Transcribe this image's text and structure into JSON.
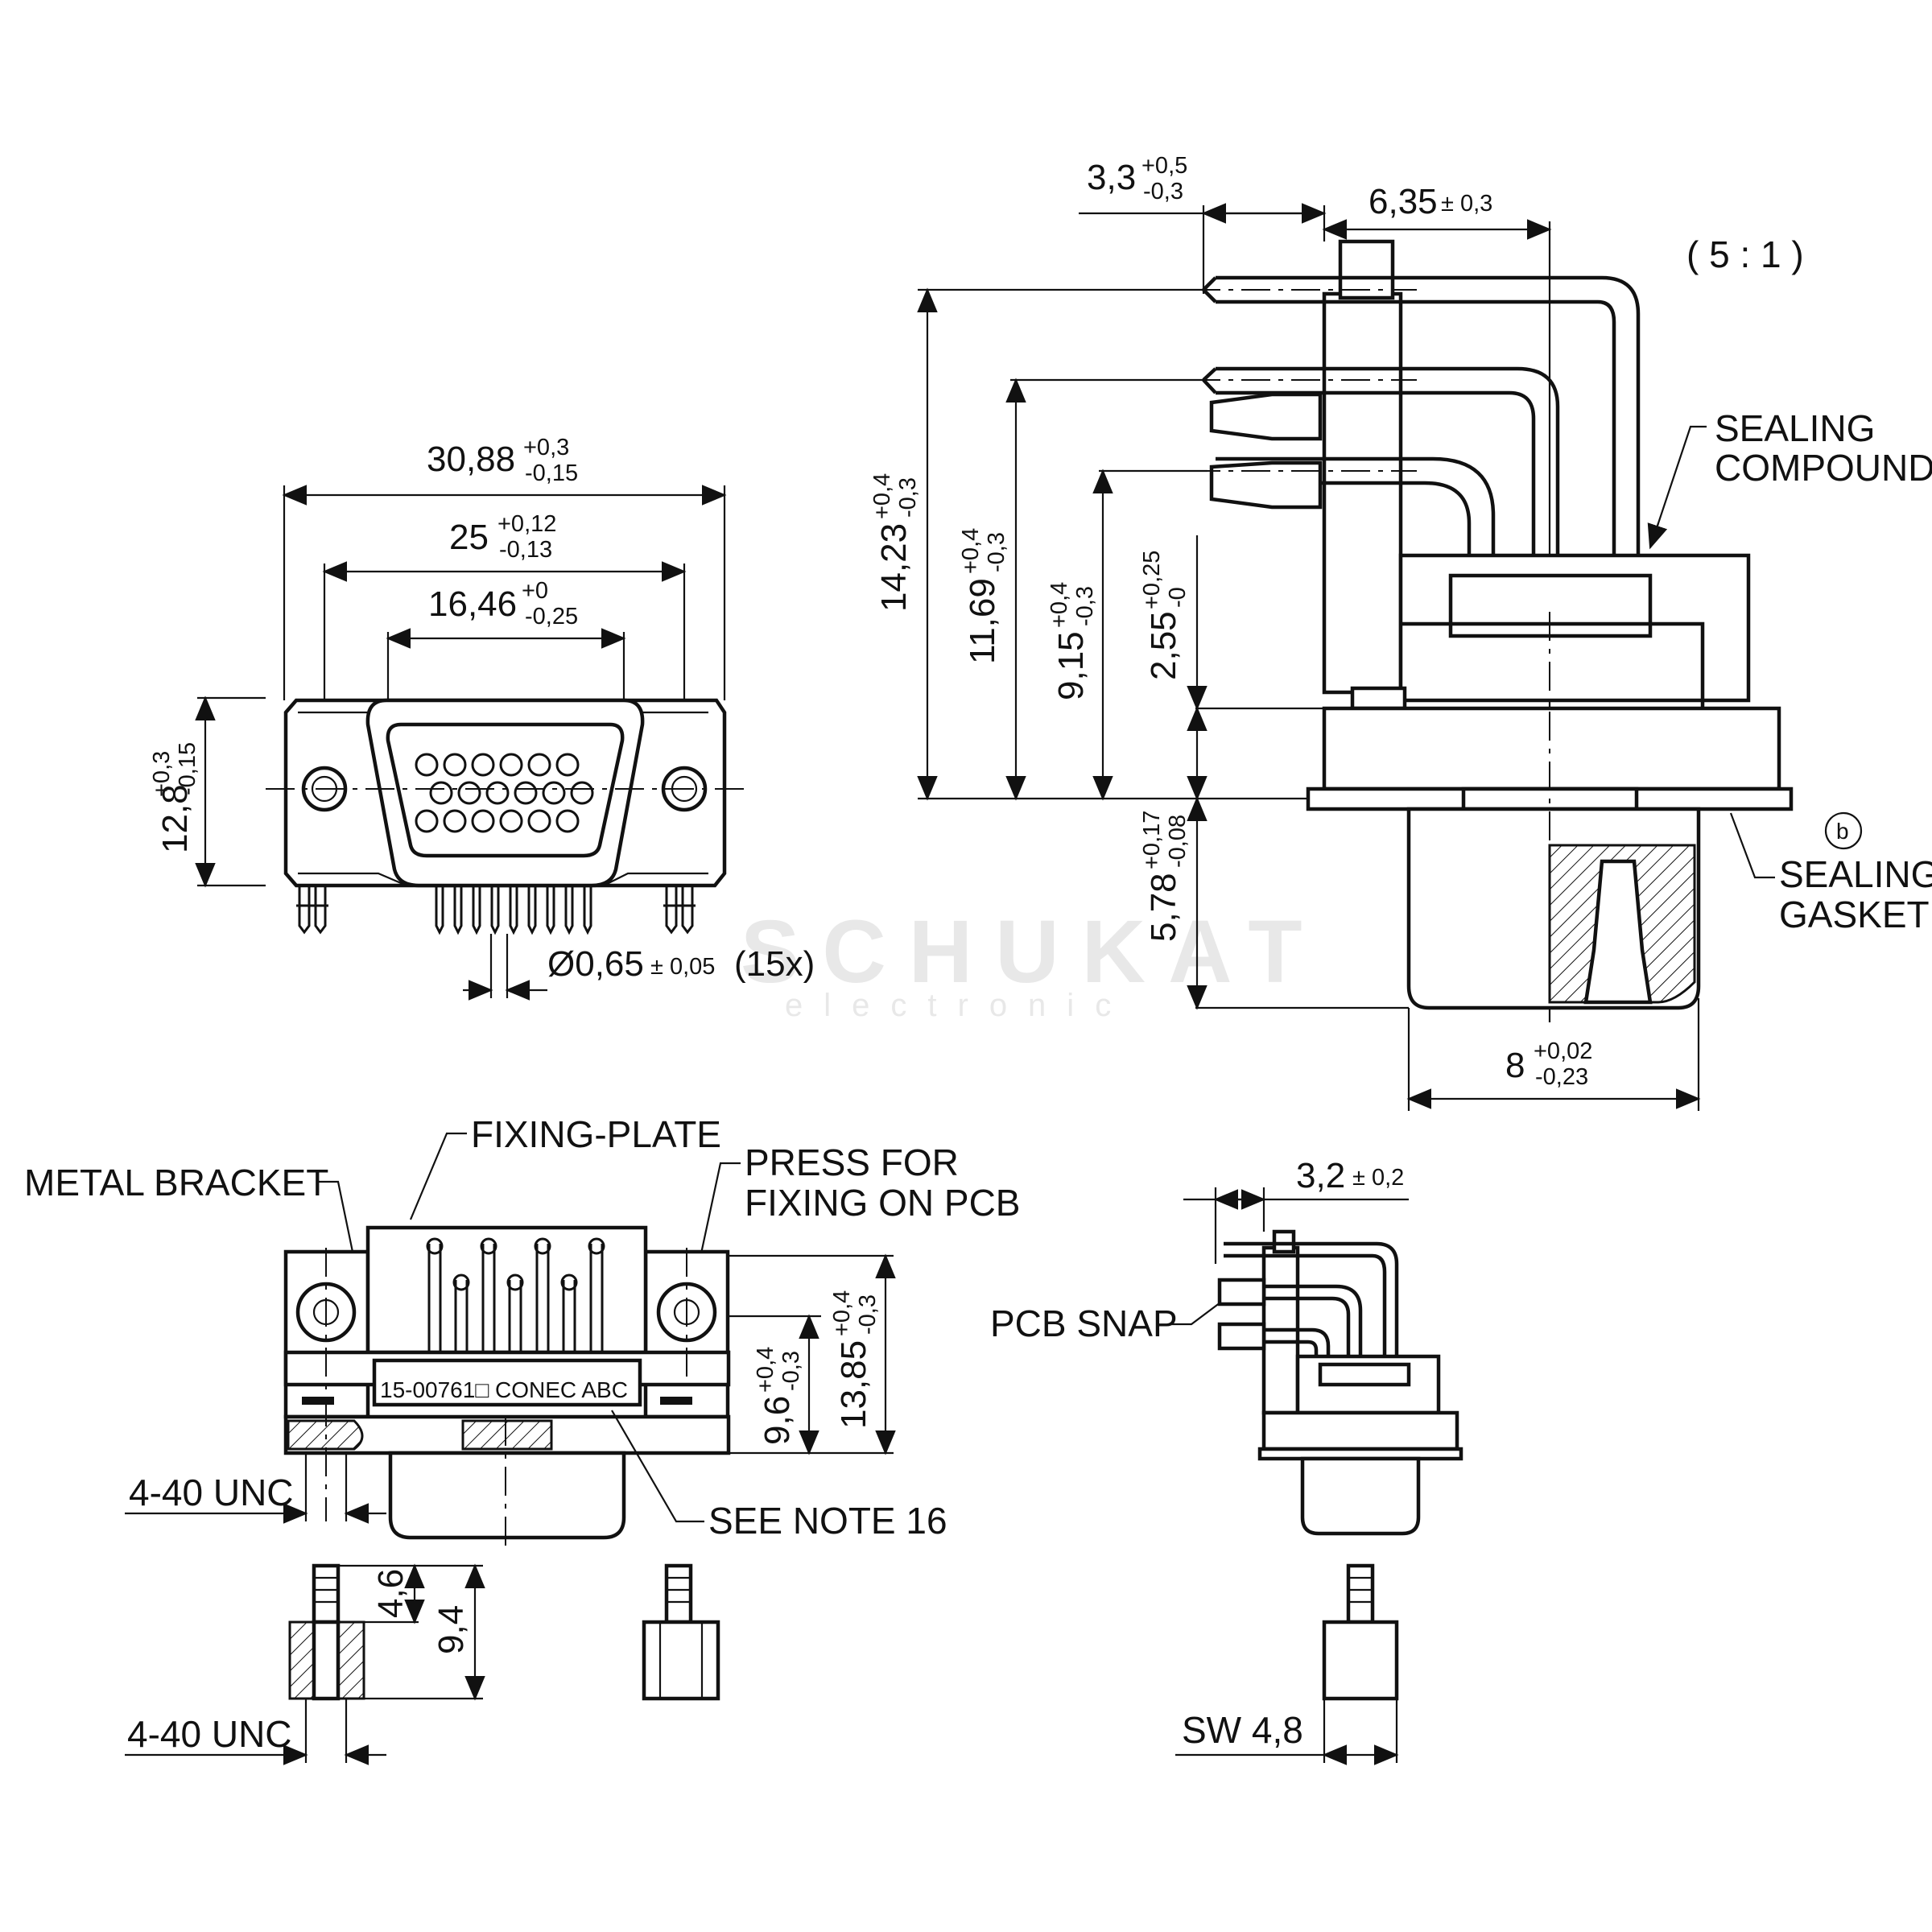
{
  "scale": "( 5 : 1 )",
  "watermark": {
    "brand": "SCHUKAT",
    "sub": "electronic"
  },
  "front_view": {
    "width_total": {
      "value": "30,88",
      "tol_upper": "+0,3",
      "tol_lower": "-0,15"
    },
    "width_holes": {
      "value": "25",
      "tol_upper": "+0,12",
      "tol_lower": "-0,13"
    },
    "width_shell": {
      "value": "16,46",
      "tol_upper": "+0",
      "tol_lower": "-0,25"
    },
    "height": {
      "value": "12,8",
      "tol_upper": "+0,3",
      "tol_lower": "-0,15"
    },
    "pin_diameter": {
      "value": "Ø0,65",
      "tol": "± 0,05",
      "count": "(15x)"
    }
  },
  "side_view": {
    "dim_3_3": {
      "value": "3,3",
      "tol_upper": "+0,5",
      "tol_lower": "-0,3"
    },
    "dim_6_35": {
      "value": "6,35",
      "tol": "± 0,3"
    },
    "dim_14_23": {
      "value": "14,23",
      "tol_upper": "+0,4",
      "tol_lower": "-0,3"
    },
    "dim_11_69": {
      "value": "11,69",
      "tol_upper": "+0,4",
      "tol_lower": "-0,3"
    },
    "dim_9_15": {
      "value": "9,15",
      "tol_upper": "+0,4",
      "tol_lower": "-0,3"
    },
    "dim_2_55": {
      "value": "2,55",
      "tol_upper": "+0,25",
      "tol_lower": "-0"
    },
    "dim_5_78": {
      "value": "5,78",
      "tol_upper": "+0,17",
      "tol_lower": "-0,08"
    },
    "dim_8": {
      "value": "8",
      "tol_upper": "+0,02",
      "tol_lower": "-0,23"
    },
    "sealing_compound": [
      "SEALING",
      "COMPOUND"
    ],
    "sealing_gasket": [
      "SEALING",
      "GASKET"
    ],
    "note_marker": "b"
  },
  "bottom_view": {
    "metal_bracket": "METAL BRACKET",
    "fixing_plate": "FIXING-PLATE",
    "press_for_fixing": [
      "PRESS  FOR",
      "FIXING ON PCB"
    ],
    "part_marking": "15-00761□  CONEC  ABC",
    "see_note": "SEE NOTE 16",
    "thread_1": "4-40 UNC",
    "thread_2": "4-40 UNC",
    "dim_4_6": "4,6",
    "dim_9_4": "9,4",
    "dim_9_6": {
      "value": "9,6",
      "tol_upper": "+0,4",
      "tol_lower": "-0,3"
    },
    "dim_13_85": {
      "value": "13,85",
      "tol_upper": "+0,4",
      "tol_lower": "-0,3"
    }
  },
  "small_side_view": {
    "dim_3_2": {
      "value": "3,2",
      "tol": "± 0,2"
    },
    "pcb_snap": "PCB SNAP",
    "wrench_size": "SW 4,8"
  }
}
